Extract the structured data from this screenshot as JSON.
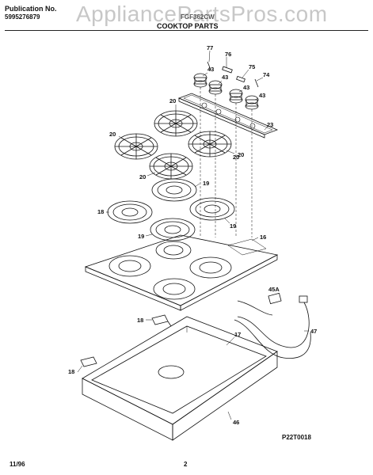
{
  "header": {
    "publication_label": "Publication No.",
    "publication_number": "5995276879",
    "model": "FGF362CW",
    "section_title": "COOKTOP PARTS"
  },
  "watermark": "AppliancePartsPros.com",
  "footer": {
    "date": "11/96",
    "page_number": "2",
    "drawing_code": "P22T0018"
  },
  "callouts": [
    "77",
    "76",
    "75",
    "74",
    "43",
    "43",
    "43",
    "43",
    "20",
    "20",
    "20",
    "20",
    "23",
    "20",
    "19",
    "18",
    "19",
    "19",
    "16",
    "45A",
    "18",
    "47",
    "17",
    "18",
    "46"
  ]
}
